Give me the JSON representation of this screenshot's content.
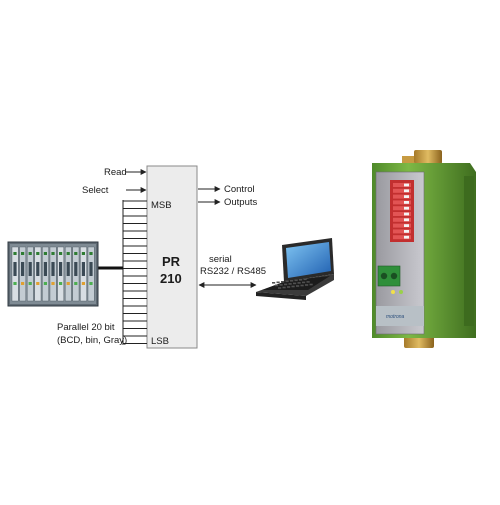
{
  "diagram": {
    "inputs": {
      "read": "Read",
      "select": "Select"
    },
    "outputs": {
      "control": "Control",
      "outputs": "Outputs"
    },
    "module": {
      "line1": "PR",
      "line2": "210",
      "msb": "MSB",
      "lsb": "LSB"
    },
    "parallel": {
      "line1": "Parallel 20 bit",
      "line2": "(BCD, bin, Gray)"
    },
    "serial": {
      "line1": "serial",
      "line2": "RS232 / RS485"
    }
  },
  "device": {
    "brand": "motrona"
  },
  "colors": {
    "module_fill": "#ececec",
    "module_stroke": "#8a8a8a",
    "din_green": "#6fa43a",
    "din_dark_green": "#3f6e1f",
    "dip_red": "#d63a3a",
    "terminal_green": "#2f8f3a",
    "panel_grey": "#cfd6db"
  }
}
